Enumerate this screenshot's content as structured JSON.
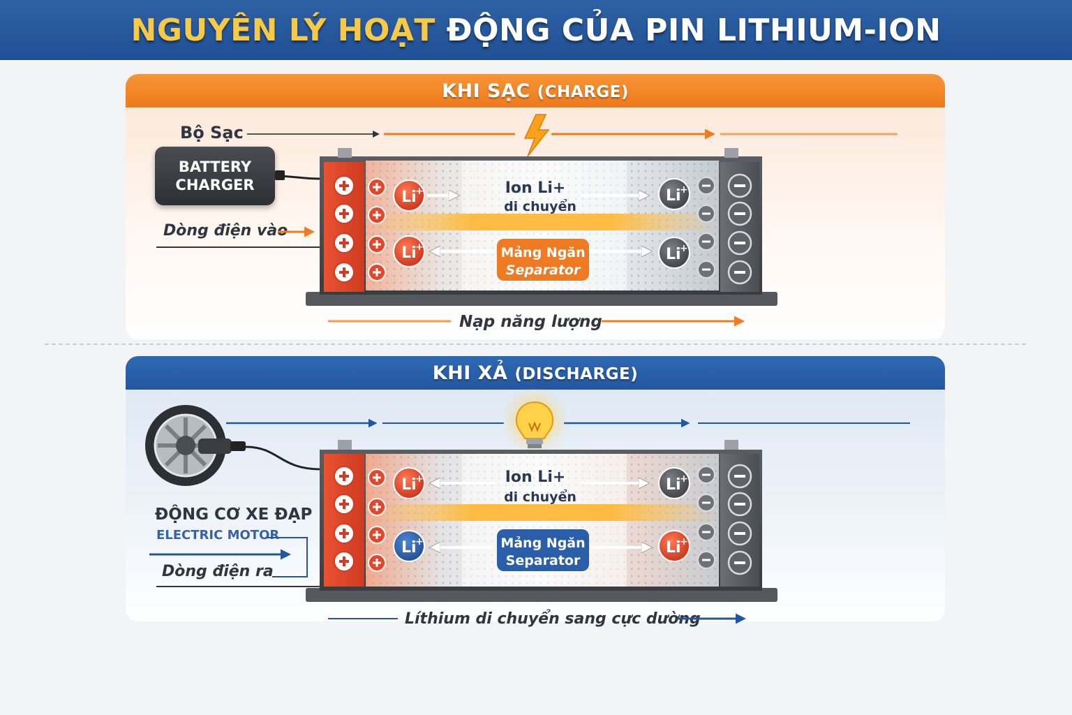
{
  "header": {
    "title_part1": "NGUYÊN LÝ HOẠT",
    "title_part2": "ĐỘNG CỦA PIN LITHIUM-ION"
  },
  "charge": {
    "heading_main": "KHI SẠC",
    "heading_sub": "(CHARGE)",
    "charger_label": "Bộ Sạc",
    "charger_line1": "BATTERY",
    "charger_line2": "CHARGER",
    "current_label": "Dòng điện vào",
    "ion_line1": "Ion Li+",
    "ion_line2": "di chuyển",
    "sep_line1": "Mảng Ngăn",
    "sep_line2": "Separator",
    "bottom_label": "Nạp năng lượng",
    "ion_symbol": "Li",
    "ion_charge": "+"
  },
  "discharge": {
    "heading_main": "KHI XẢ",
    "heading_sub": "(DISCHARGE)",
    "motor_label_vi": "ĐỘNG CƠ XE ĐẠP",
    "motor_label_en": "ELECTRIC MOTOR",
    "current_label": "Dòng điện ra",
    "ion_line1": "Ion Li+",
    "ion_line2": "di chuyển",
    "sep_line1": "Mảng Ngăn",
    "sep_line2": "Separator",
    "bottom_label": "Líthium di chuyển sang cực dường",
    "ion_symbol": "Li",
    "ion_charge": "+"
  },
  "colors": {
    "orange": "#f08024",
    "blue": "#2a5ea8",
    "red": "#e2452b",
    "gray": "#5c5f64"
  }
}
